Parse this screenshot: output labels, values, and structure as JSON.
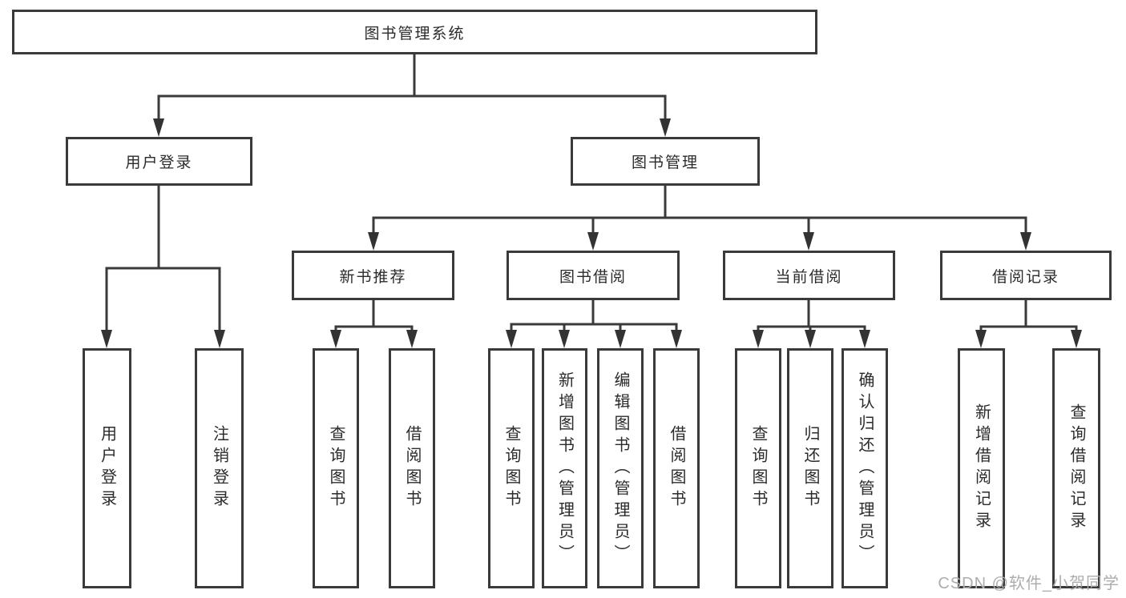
{
  "diagram": {
    "title": "图书管理系统",
    "tree": {
      "root": "图书管理系统",
      "children": [
        {
          "label": "用户登录",
          "children": [
            "用户登录",
            "注销登录"
          ]
        },
        {
          "label": "图书管理",
          "children": [
            {
              "label": "新书推荐",
              "children": [
                "查询图书",
                "借阅图书"
              ]
            },
            {
              "label": "图书借阅",
              "children": [
                "查询图书",
                "新增图书（管理员）",
                "编辑图书（管理员）",
                "借阅图书"
              ]
            },
            {
              "label": "当前借阅",
              "children": [
                "查询图书",
                "归还图书",
                "确认归还（管理员）"
              ]
            },
            {
              "label": "借阅记录",
              "children": [
                "新增借阅记录",
                "查询借阅记录"
              ]
            }
          ]
        }
      ]
    },
    "colors": {
      "line": "#3a3a3a",
      "text": "#2b2b2b",
      "background": "#ffffff",
      "watermark": "#adadad"
    }
  },
  "watermark": "CSDN @软件_小贺同学"
}
